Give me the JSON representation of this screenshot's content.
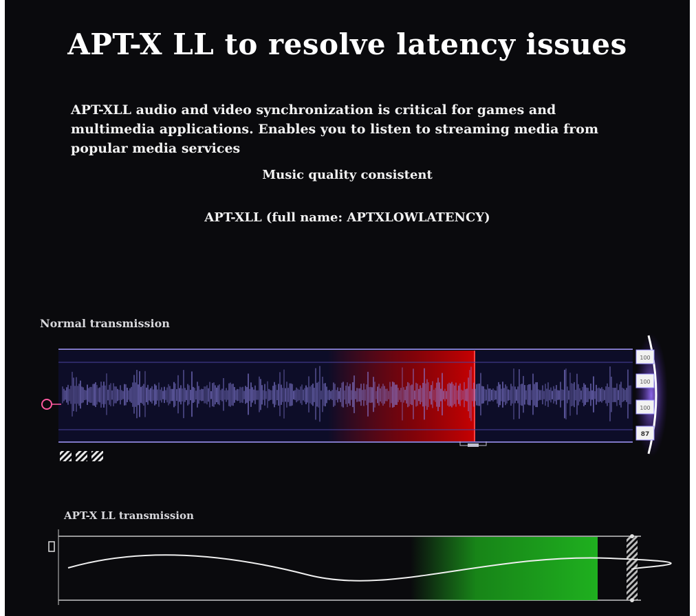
{
  "title": "APT-X LL to resolve latency issues",
  "description": "APT-XLL audio and video synchronization is critical for games and multimedia applications. Enables you to listen to streaming media from popular media services",
  "music_quality": "Music quality consistent",
  "full_name": "APT-XLL (full name: APTXLOWLATENCY)",
  "normal_section": {
    "label": "Normal transmission",
    "packet_labels": [
      "100",
      "100",
      "100",
      "87"
    ]
  },
  "aptx_section": {
    "label": "APT-X LL transmission"
  },
  "colors": {
    "background": "#0a0a0d",
    "waveform": "#8a82e0",
    "latency_red": "#c40000",
    "lowlatency_green": "#1ea01e"
  }
}
